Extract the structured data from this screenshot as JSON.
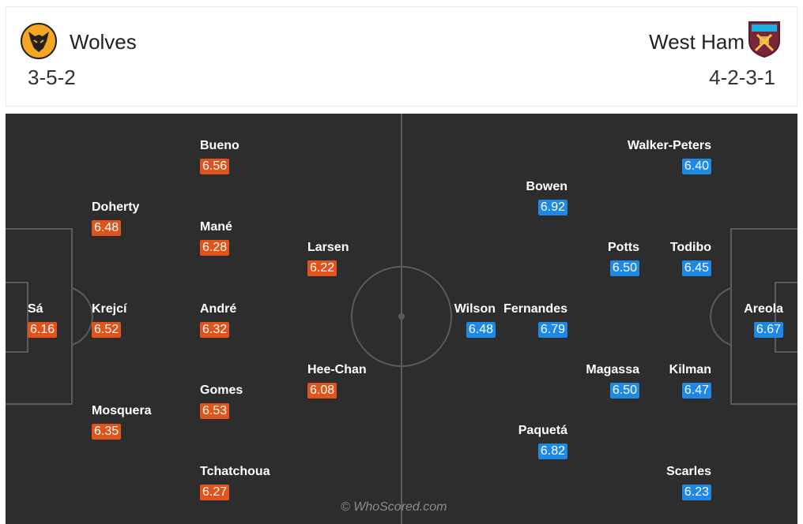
{
  "home": {
    "name": "Wolves",
    "formation": "3-5-2",
    "crest_icon": "wolves-crest-icon",
    "rating_color": "#e0541b",
    "players": [
      {
        "name": "Sá",
        "rating": "6.16"
      },
      {
        "name": "Doherty",
        "rating": "6.48"
      },
      {
        "name": "Krejcí",
        "rating": "6.52"
      },
      {
        "name": "Mosquera",
        "rating": "6.35"
      },
      {
        "name": "Bueno",
        "rating": "6.56"
      },
      {
        "name": "Mané",
        "rating": "6.28"
      },
      {
        "name": "André",
        "rating": "6.32"
      },
      {
        "name": "Gomes",
        "rating": "6.53"
      },
      {
        "name": "Tchatchoua",
        "rating": "6.27"
      },
      {
        "name": "Larsen",
        "rating": "6.22"
      },
      {
        "name": "Hee-Chan",
        "rating": "6.08"
      }
    ]
  },
  "away": {
    "name": "West Ham",
    "formation": "4-2-3-1",
    "crest_icon": "west-ham-crest-icon",
    "rating_color": "#1e88e5",
    "players": [
      {
        "name": "Areola",
        "rating": "6.67"
      },
      {
        "name": "Walker-Peters",
        "rating": "6.40"
      },
      {
        "name": "Todibo",
        "rating": "6.45"
      },
      {
        "name": "Kilman",
        "rating": "6.47"
      },
      {
        "name": "Scarles",
        "rating": "6.23"
      },
      {
        "name": "Potts",
        "rating": "6.50"
      },
      {
        "name": "Magassa",
        "rating": "6.50"
      },
      {
        "name": "Bowen",
        "rating": "6.92"
      },
      {
        "name": "Fernandes",
        "rating": "6.79"
      },
      {
        "name": "Paquetá",
        "rating": "6.82"
      },
      {
        "name": "Wilson",
        "rating": "6.48"
      }
    ]
  },
  "watermark": "© WhoScored.com"
}
